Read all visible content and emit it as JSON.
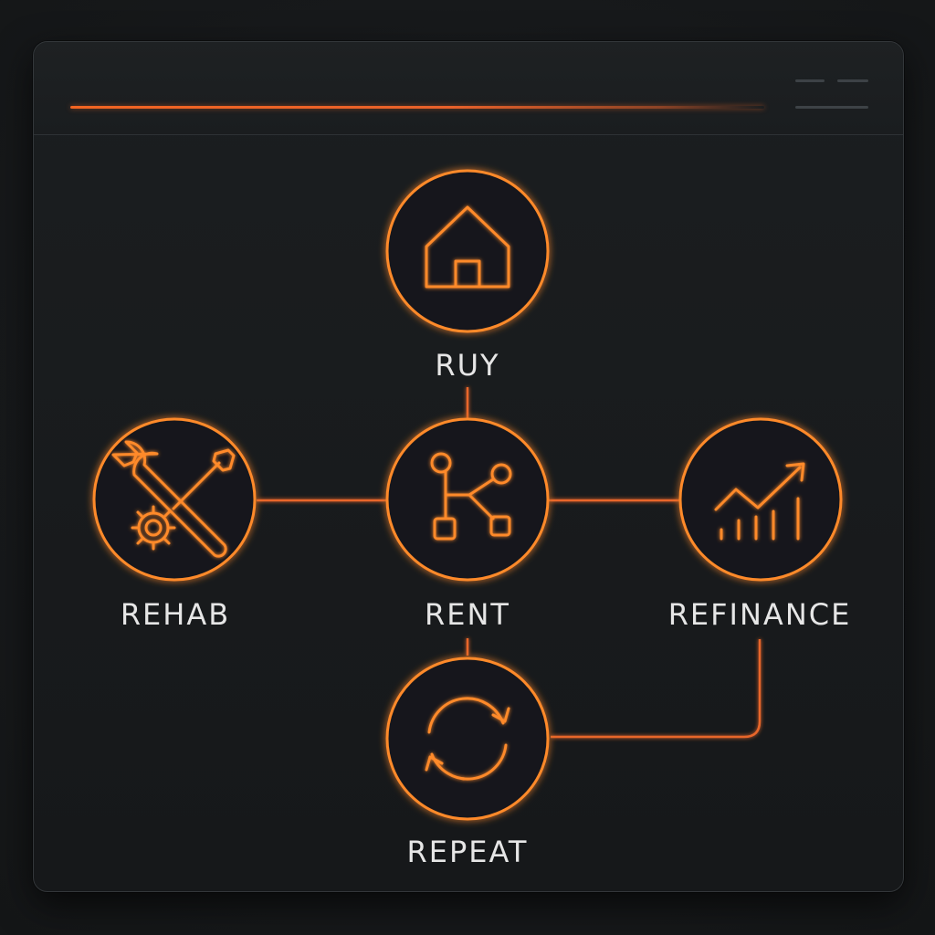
{
  "colors": {
    "accent": "#ff8a2a",
    "background": "#17191b",
    "panel": "#1b1e20",
    "label": "#e6e6e6"
  },
  "window": {
    "controls": [
      "minimize-icon",
      "maximize-icon"
    ]
  },
  "diagram": {
    "nodes": [
      {
        "id": "buy",
        "label": "RUY",
        "icon": "house-icon"
      },
      {
        "id": "rehab",
        "label": "REHAB",
        "icon": "wrench-gear-icon"
      },
      {
        "id": "rent",
        "label": "RENT",
        "icon": "network-icon"
      },
      {
        "id": "refinance",
        "label": "REFINANCE",
        "icon": "trending-up-chart-icon"
      },
      {
        "id": "repeat",
        "label": "REPEAT",
        "icon": "refresh-icon"
      }
    ],
    "edges": [
      {
        "from": "buy",
        "to": "rent"
      },
      {
        "from": "rehab",
        "to": "rent"
      },
      {
        "from": "rent",
        "to": "refinance"
      },
      {
        "from": "rent",
        "to": "repeat"
      },
      {
        "from": "refinance",
        "to": "repeat"
      }
    ]
  }
}
